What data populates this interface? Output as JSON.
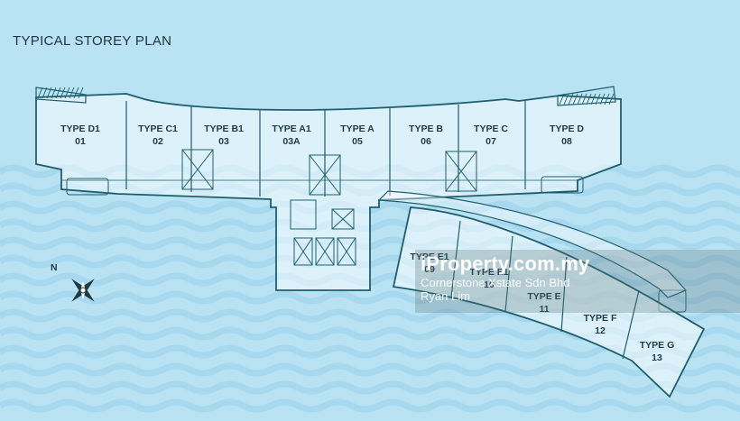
{
  "title": "TYPICAL STOREY PLAN",
  "compass_label": "N",
  "units": [
    {
      "type": "TYPE D1",
      "no": "01"
    },
    {
      "type": "TYPE C1",
      "no": "02"
    },
    {
      "type": "TYPE B1",
      "no": "03"
    },
    {
      "type": "TYPE A1",
      "no": "03A"
    },
    {
      "type": "TYPE A",
      "no": "05"
    },
    {
      "type": "TYPE B",
      "no": "06"
    },
    {
      "type": "TYPE C",
      "no": "07"
    },
    {
      "type": "TYPE D",
      "no": "08"
    },
    {
      "type": "TYPE E1",
      "no": "09"
    },
    {
      "type": "TYPE E1",
      "no": "10"
    },
    {
      "type": "TYPE E",
      "no": "11"
    },
    {
      "type": "TYPE F",
      "no": "12"
    },
    {
      "type": "TYPE G",
      "no": "13"
    }
  ],
  "watermark": {
    "brand": "iProperty.com.my",
    "agency": "Cornerstone Xstate Sdn Bhd",
    "agent": "Ryan Lim"
  },
  "colors": {
    "background": "#b9e2f3",
    "wave": "#a7d8ee",
    "outline": "#1f5f6d",
    "floor": "#ffffff"
  }
}
